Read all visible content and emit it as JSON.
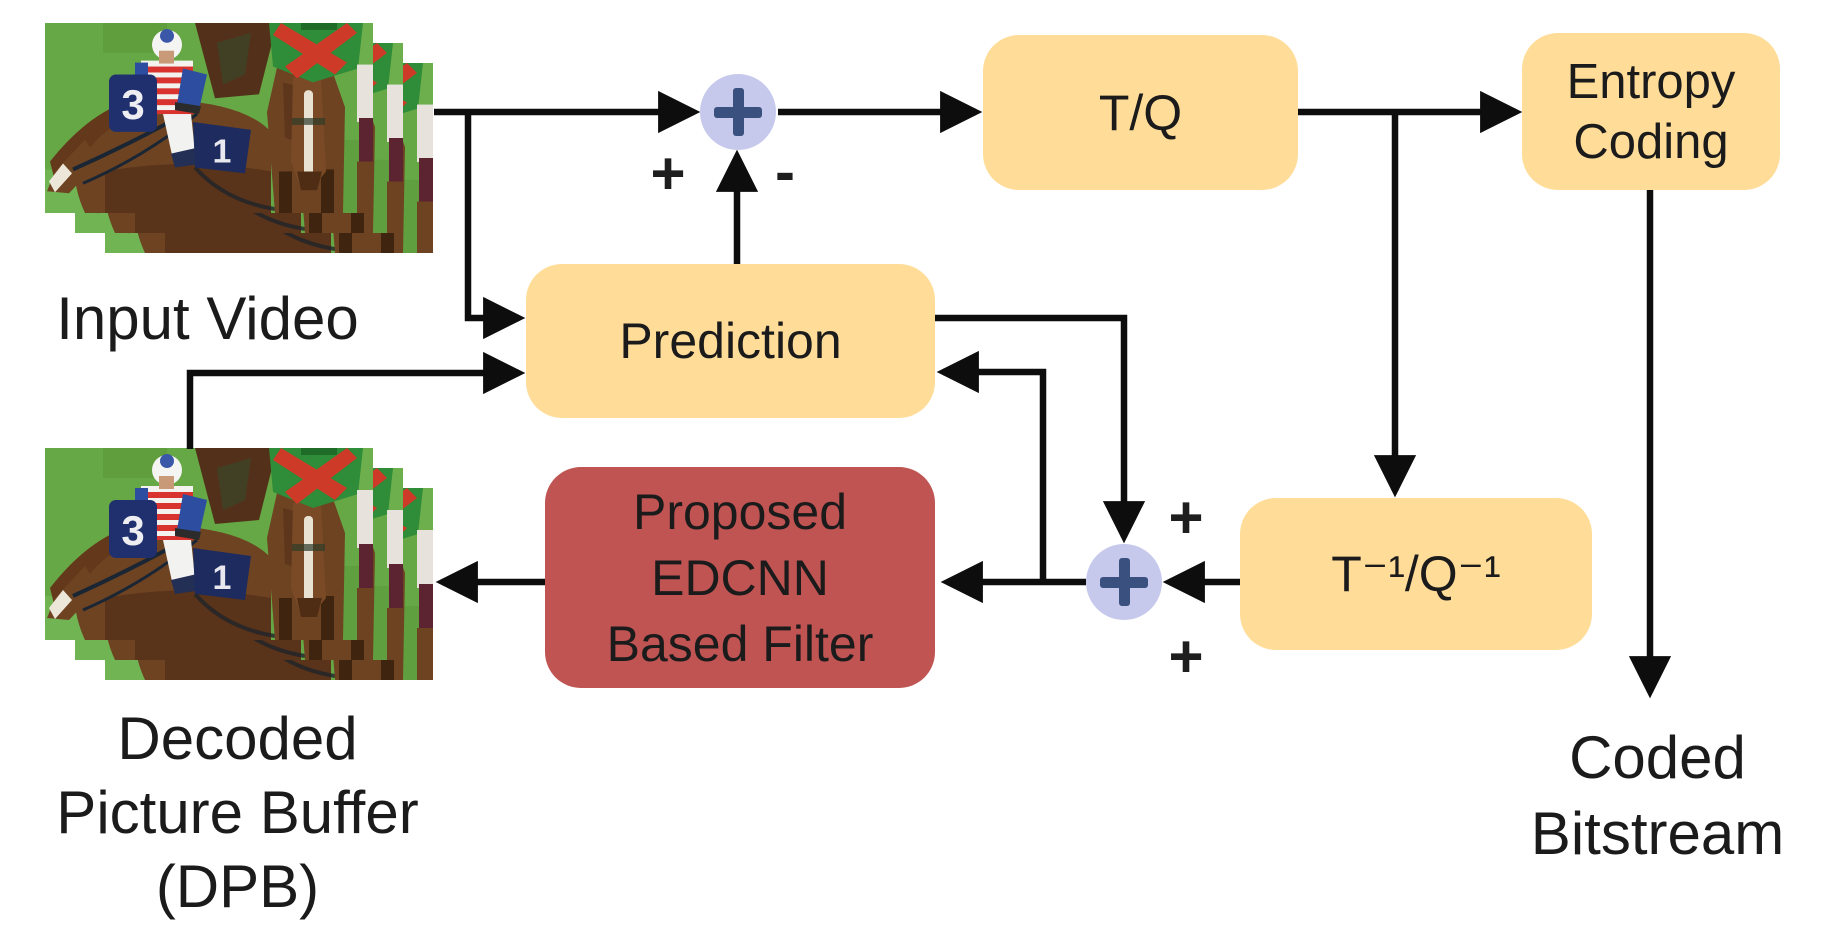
{
  "nodes": {
    "tq": "T/Q",
    "entropy": "Entropy\nCoding",
    "prediction": "Prediction",
    "inverse_tq": "T⁻¹/Q⁻¹",
    "edcnn": "Proposed\nEDCNN\nBased Filter"
  },
  "labels": {
    "input_video": "Input Video",
    "dpb": "Decoded\nPicture Buffer\n(DPB)",
    "coded_bitstream": "Coded\nBitstream"
  },
  "signs": {
    "adder1_plus": "+",
    "adder1_minus": "-",
    "adder2_plus_top": "+",
    "adder2_plus_bottom": "+"
  },
  "colors": {
    "node-yellow": "#FFDD99",
    "node-red": "#BF5453",
    "adder-fill": "#C6C9EC",
    "adder-plus": "#3A517F",
    "wire": "#0D0D0D",
    "text": "#1B1B1B"
  }
}
